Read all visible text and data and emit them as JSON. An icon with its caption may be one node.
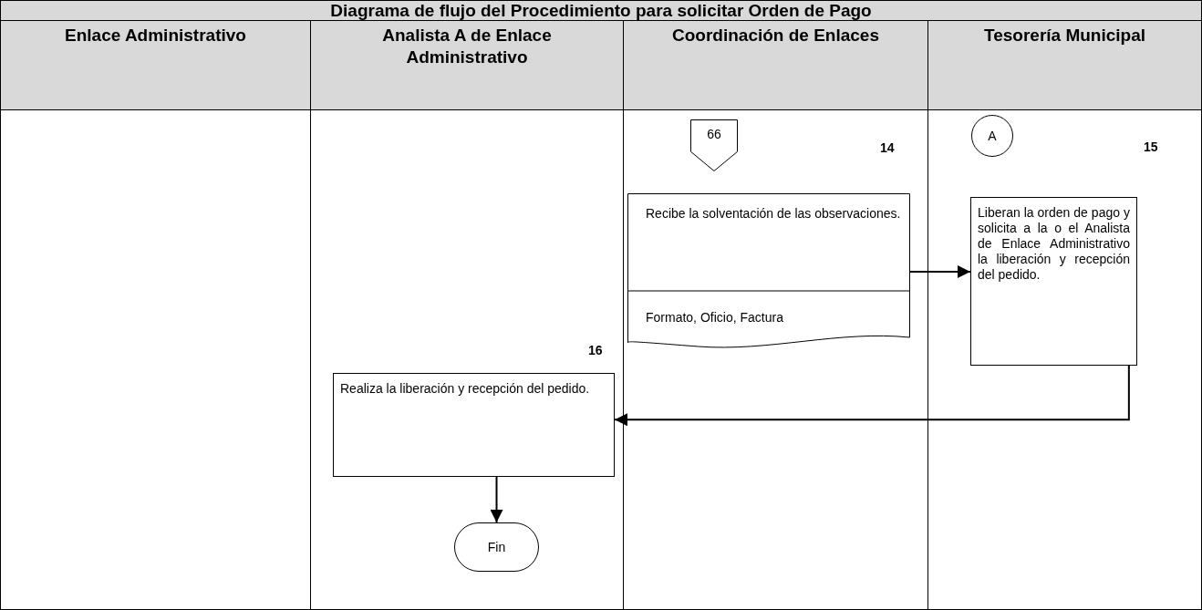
{
  "diagram": {
    "title": "Diagrama de flujo del Procedimiento para solicitar Orden de Pago",
    "nodes": [
      {
        "text": [
          "Enlace Administrativo"
        ]
      },
      {
        "text": [
          "Analista A de Enlace Administrativo"
        ]
      },
      {
        "text": [
          "Coordinación de Enlaces"
        ]
      },
      {
        "text": [
          "Tesorería Municipal"
        ]
      },
      {
        "text": [
          "66"
        ],
        "in": 2
      },
      {
        "text": [
          "Recibe la solventación de las observaciones.",
          "Formato, Oficio, Factura"
        ],
        "beside": [
          "14"
        ],
        "in": 2
      },
      {
        "text": [
          "A"
        ],
        "in": 3
      },
      {
        "text": [
          "Liberan la orden de pago y solicita a la o el Analista de Enlace Administrativo la liberación y recepción del pedido."
        ],
        "beside": [
          "15"
        ],
        "in": 3
      },
      {
        "text": [
          "Realiza la liberación y recepción del pedido."
        ],
        "beside": [
          "16"
        ],
        "in": 1
      },
      {
        "text": [
          "Fin"
        ],
        "in": 1
      }
    ],
    "edges": [
      {
        "from": 5,
        "to": 7,
        "arrow": "to"
      },
      {
        "from": 7,
        "to": 8,
        "arrow": "to"
      },
      {
        "from": 8,
        "to": 9,
        "arrow": "to"
      }
    ]
  }
}
